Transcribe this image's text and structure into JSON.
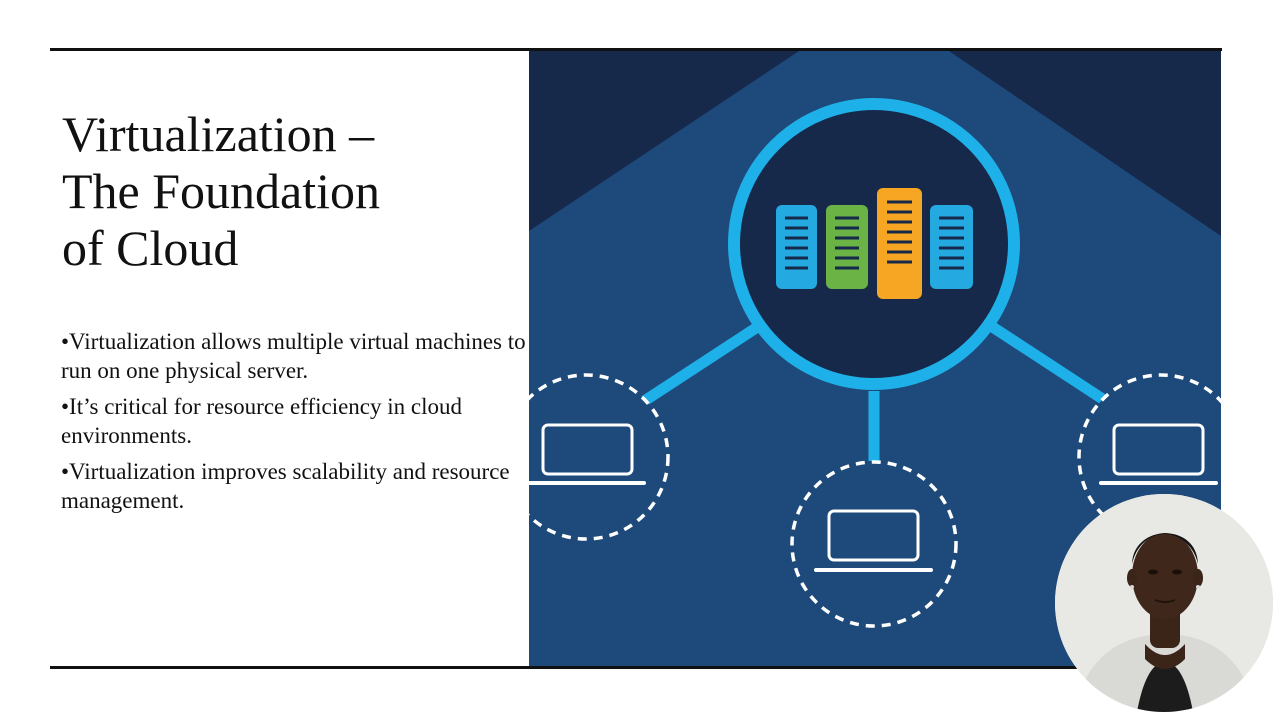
{
  "slide": {
    "title_lines": [
      "Virtualization –",
      "The Foundation",
      "of Cloud"
    ],
    "bullets": [
      "•Virtualization allows multiple virtual machines to run on one physical server.",
      "•It’s critical for resource efficiency in cloud environments.",
      "•Virtualization improves scalability and resource management."
    ]
  },
  "graphic": {
    "icons": [
      "server-rack-icon",
      "laptop-icon"
    ],
    "colors": {
      "background": "#16294a",
      "panel": "#1d4a7a",
      "accent": "#1eb0e8",
      "server_blue": "#25a9e1",
      "server_green": "#6ab344",
      "server_orange": "#f6a623"
    }
  },
  "presenter": {
    "icon": "presenter-avatar"
  }
}
